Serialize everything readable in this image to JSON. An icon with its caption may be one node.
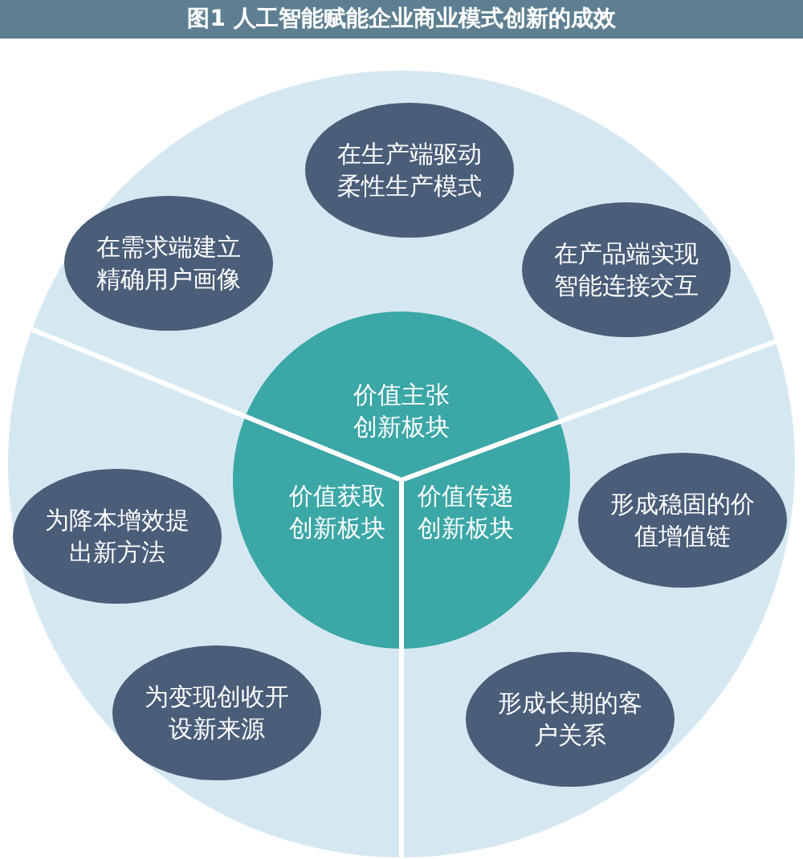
{
  "diagram": {
    "title": "图1 人工智能赋能企业商业模式创新的成效",
    "nodes": [
      {
        "text": [],
        "shape": "circle"
      },
      {
        "text": [
          "价值主张创新板块",
          "价值获取创新板块",
          "价值传递创新板块"
        ],
        "in": 0
      },
      {
        "text": [
          "在生产端驱动柔性生产模式"
        ],
        "in": 0
      },
      {
        "text": [
          "在需求端建立精确用户画像"
        ],
        "in": 0
      },
      {
        "text": [
          "在产品端实现智能连接交互"
        ],
        "in": 0
      },
      {
        "text": [
          "为降本增效提出新方法"
        ],
        "in": 0
      },
      {
        "text": [
          "形成稳固的价值增值链"
        ],
        "in": 0
      },
      {
        "text": [
          "为变现创收开设新来源"
        ],
        "in": 0
      },
      {
        "text": [
          "形成长期的客户关系"
        ],
        "in": 0
      }
    ]
  }
}
